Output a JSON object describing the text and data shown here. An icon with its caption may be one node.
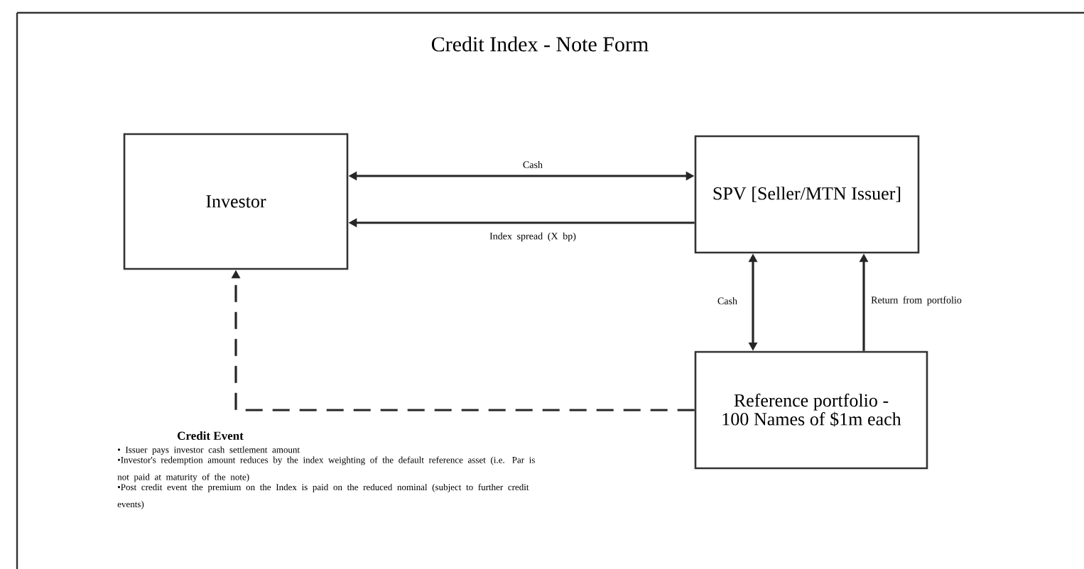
{
  "diagram": {
    "title": "Credit Index - Note Form",
    "nodes": [
      {
        "text": [
          "Investor"
        ]
      },
      {
        "text": [
          "SPV [Seller/MTN Issuer]"
        ]
      },
      {
        "text": [
          "Reference portfolio - 100 Names of $1m each"
        ]
      }
    ],
    "edges": [
      {
        "from": 0,
        "to": 1,
        "arrow": "both",
        "label": "Cash"
      },
      {
        "from": 1,
        "to": 0,
        "arrow": "to",
        "label": "Index spread (X bp)"
      },
      {
        "from": 1,
        "to": 2,
        "arrow": "both",
        "label": "Cash"
      },
      {
        "from": 2,
        "to": 1,
        "arrow": "to",
        "label": "Return from portfolio"
      },
      {
        "from": 2,
        "to": 0,
        "arrow": "to",
        "style": "dashed"
      }
    ],
    "labels": [
      "Credit Event",
      "• Issuer pays investor cash settlement amount",
      "•Investor's redemption amount reduces by the index weighting of the default reference asset (i.e. Par is not paid at maturity of the note)",
      "•Post credit event the premium on the Index is paid on the reduced nominal (subject to further credit events)"
    ]
  }
}
